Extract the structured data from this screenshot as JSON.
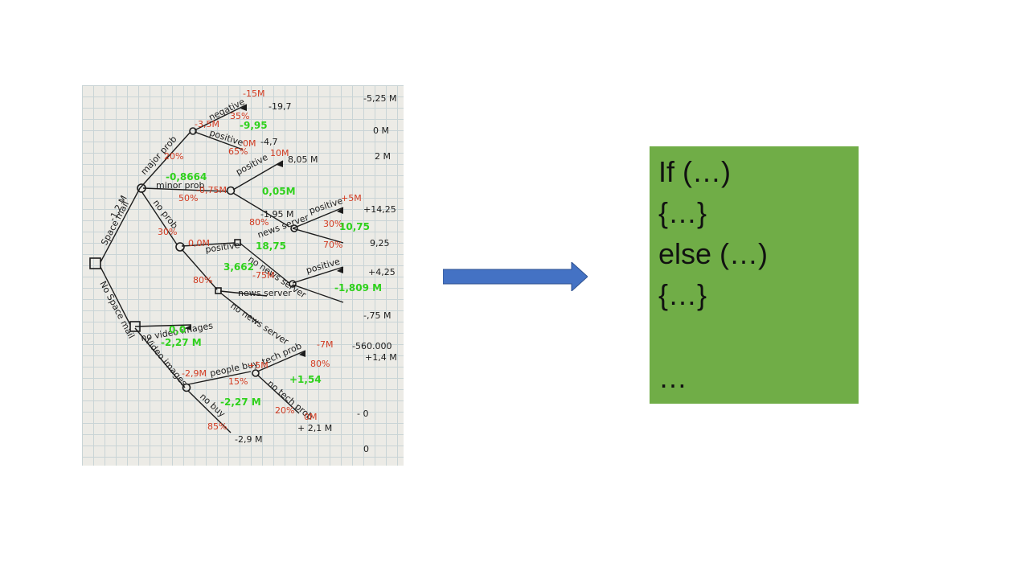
{
  "slide": {
    "photo": {
      "description_alt": "decision tree sketch",
      "labels": {
        "space_mail": "Space mail",
        "no_space_mail": "No Space mail",
        "major_prob": "major prob",
        "minor_prob": "minor prob",
        "no_prob": "no prob",
        "negative": "negative",
        "positive": "positive",
        "video_images": "Video images",
        "no_video_images": "no video images",
        "people_buy": "people buy",
        "no_buy": "no buy",
        "tech_prob": "tech prob",
        "no_tech_prob": "no tech prob",
        "news_server": "news server",
        "no_news_server": "no news server"
      },
      "values_black": [
        "-5,25 M",
        "0 M",
        "2 M",
        "-19,7",
        "-4,7",
        "8,05 M",
        "+14,25",
        "9,25",
        "+4,25",
        "-,75 M",
        "-560.000",
        "+1,4 M",
        "- 0",
        "0",
        "-2,9 M",
        "+ 2,1 M",
        "-1,95 M",
        "-1,2 M"
      ],
      "values_red": [
        "-15M",
        "35%",
        "-3,5M",
        "65%",
        "20%",
        "0M",
        "10M",
        "50%",
        "-0,75M",
        "80%",
        "+5M",
        "30%",
        "70%",
        "0,0M",
        "30%",
        "80%",
        "-75M",
        "15%",
        "85%",
        "-2,9M",
        "+5M",
        "80%",
        "20%",
        "-7M",
        "0M"
      ],
      "values_green": [
        "-9,95",
        "-0,8664",
        "0,05M",
        "10,75",
        "18,75",
        "3,662",
        "-1,809 M",
        "0,0",
        "-2,27 M",
        "-2,27 M",
        "+1,54"
      ]
    },
    "arrow": {
      "color": "#4472c4"
    },
    "code_box": {
      "color": "#70ad47",
      "lines": [
        "If (…)",
        "{…}",
        "else (…)",
        "{…}",
        "",
        "…"
      ]
    }
  }
}
